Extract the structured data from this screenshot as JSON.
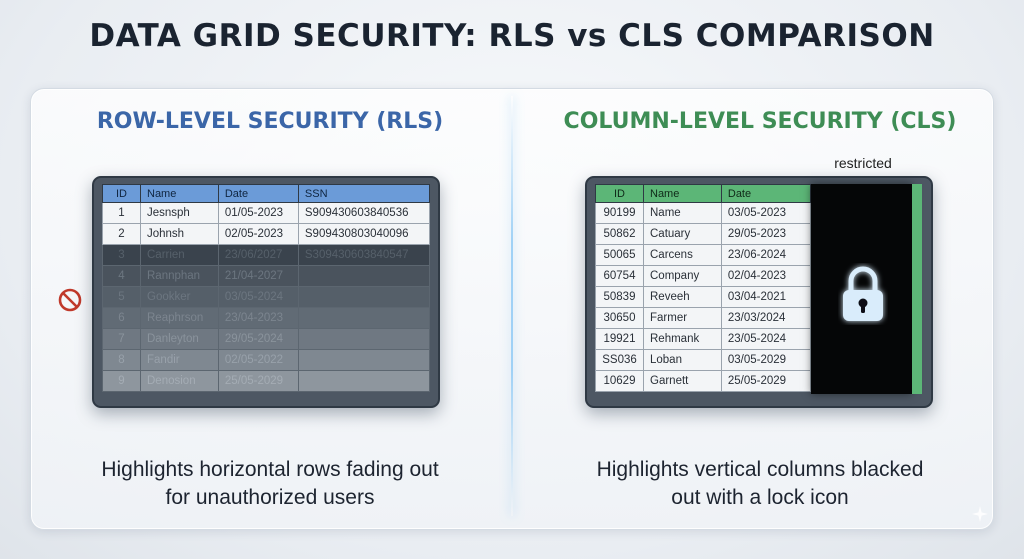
{
  "title": "DATA GRID SECURITY: RLS vs CLS COMPARISON",
  "rls": {
    "title": "ROW-LEVEL SECURITY (RLS)",
    "columns": [
      "ID",
      "Name",
      "Date",
      "SSN"
    ],
    "rows": [
      [
        "1",
        "Jesnsph",
        "01/05-2023",
        "S909430603840536"
      ],
      [
        "2",
        "Johnsh",
        "02/05-2023",
        "S909430803040096"
      ],
      [
        "3",
        "Carrien",
        "23/06/2027",
        "S309430603840547"
      ],
      [
        "4",
        "Rannphan",
        "21/04-2027",
        ""
      ],
      [
        "5",
        "Gookker",
        "03/05-2024",
        ""
      ],
      [
        "6",
        "Reaphrson",
        "23/04-2023",
        ""
      ],
      [
        "7",
        "Danleyton",
        "29/05-2024",
        ""
      ],
      [
        "8",
        "Fandir",
        "02/05-2022",
        ""
      ],
      [
        "9",
        "Denosion",
        "25/05-2029",
        ""
      ]
    ],
    "caption_line1": "Highlights horizontal rows fading out",
    "caption_line2": "for unauthorized users",
    "deny_icon": "no-entry-icon"
  },
  "cls": {
    "title": "COLUMN-LEVEL SECURITY (CLS)",
    "restricted_label": "restricted",
    "columns": [
      "ID",
      "Name",
      "Date"
    ],
    "rows": [
      [
        "90199",
        "Name",
        "03/05-2023"
      ],
      [
        "50862",
        "Catuary",
        "29/05-2023"
      ],
      [
        "50065",
        "Carcens",
        "23/06-2024"
      ],
      [
        "60754",
        "Company",
        "02/04-2023"
      ],
      [
        "50839",
        "Reveeh",
        "03/04-2021"
      ],
      [
        "30650",
        "Farmer",
        "23/03/2024"
      ],
      [
        "19921",
        "Rehmank",
        "23/05-2024"
      ],
      [
        "SS036",
        "Loban",
        "03/05-2029"
      ],
      [
        "10629",
        "Garnett",
        "25/05-2029"
      ]
    ],
    "caption_line1": "Highlights vertical columns blacked",
    "caption_line2": "out with a lock icon",
    "lock_icon": "lock-icon"
  },
  "colors": {
    "rls_accent": "#3b66a8",
    "cls_accent": "#3e8d55",
    "rls_header": "#6b9bd8",
    "cls_header": "#5cb677",
    "deny": "#c0392b"
  }
}
